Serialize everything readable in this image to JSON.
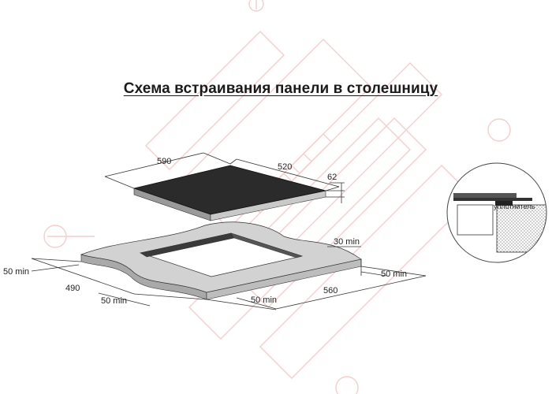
{
  "title": "Схема встраивания панели в столешницу",
  "hob": {
    "width": "590",
    "depth": "520",
    "height": "62"
  },
  "cutout": {
    "gap_back": "30 min",
    "margin_right": "50 min",
    "margin_front_right": "50 min",
    "margin_front_left": "50 min",
    "margin_left": "50 min",
    "cut_width": "560",
    "cut_depth": "490"
  },
  "detail": {
    "seal_label": "уплотнитель"
  },
  "colors": {
    "hob_surface": "#2b2b2b",
    "countertop": "#d2d2d2",
    "countertop_edge": "#a9a9a9",
    "watermark": "#f2c9c9"
  },
  "watermark_icon": "logo-watermark-icon"
}
